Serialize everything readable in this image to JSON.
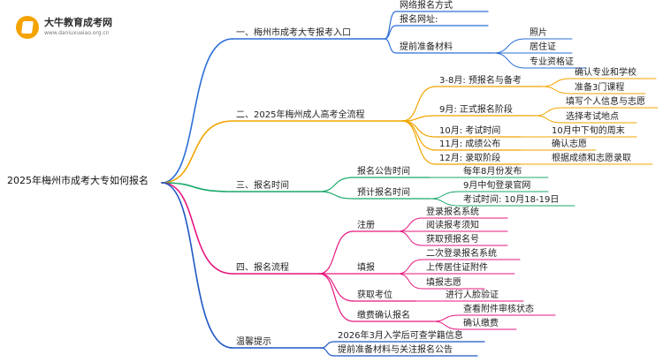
{
  "brand": {
    "name": "大牛教育成考网",
    "url": "www.daniuxueiao.org.cn"
  },
  "colors": {
    "blue": "#2b6fd6",
    "orange": "#f2a500",
    "green": "#19a86a",
    "pink": "#e6177f",
    "darkblue": "#1f57c4"
  },
  "root": "2025年梅州市成考大专如何报名",
  "branches": [
    {
      "label": "一、梅州市成考大专报考入口",
      "color": "blue",
      "children": [
        {
          "label": "网络报名方式"
        },
        {
          "label": "报名网址:"
        },
        {
          "label": "提前准备材料",
          "children": [
            "照片",
            "居住证",
            "专业资格证"
          ]
        }
      ]
    },
    {
      "label": "二、2025年梅州成人高考全流程",
      "color": "orange",
      "children": [
        {
          "label": "3-8月: 预报名与备考",
          "children": [
            "确认专业和学校",
            "准备3门课程"
          ]
        },
        {
          "label": "9月: 正式报名阶段",
          "children": [
            "填写个人信息与志愿",
            "选择考试地点"
          ]
        },
        {
          "label": "10月: 考试时间",
          "children": [
            "10月中下旬的周末"
          ]
        },
        {
          "label": "11月: 成绩公布",
          "children": [
            "确认志愿"
          ]
        },
        {
          "label": "12月: 录取阶段",
          "children": [
            "根据成绩和志愿录取"
          ]
        }
      ]
    },
    {
      "label": "三、报名时间",
      "color": "green",
      "children": [
        {
          "label": "报名公告时间",
          "children": [
            "每年8月份发布"
          ]
        },
        {
          "label": "预计报名时间",
          "children": [
            "9月中旬登录官网",
            "考试时间: 10月18-19日"
          ]
        }
      ]
    },
    {
      "label": "四、报名流程",
      "color": "pink",
      "children": [
        {
          "label": "注册",
          "children": [
            "登录报名系统",
            "阅读报考须知",
            "获取预报名号"
          ]
        },
        {
          "label": "填报",
          "children": [
            "二次登录报名系统",
            "上传居住证附件",
            "填报志愿"
          ]
        },
        {
          "label": "获取考位",
          "children": [
            "进行人脸验证"
          ]
        },
        {
          "label": "缴费确认报名",
          "children": [
            "查看附件审核状态",
            "确认缴费"
          ]
        }
      ]
    },
    {
      "label": "温馨提示",
      "color": "darkblue",
      "children": [
        {
          "label": "2026年3月入学后可查学籍信息"
        },
        {
          "label": "提前准备材料与关注报名公告"
        }
      ]
    }
  ]
}
